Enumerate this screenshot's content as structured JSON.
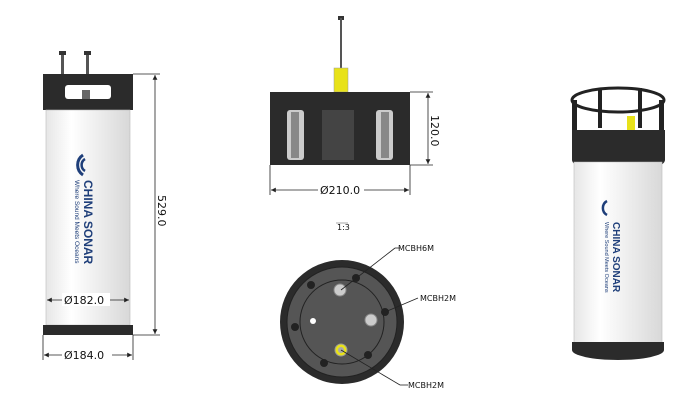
{
  "brand": {
    "name": "CHINA SONAR",
    "tagline": "Where Sound Meets Oceans"
  },
  "front_view": {
    "height_dim": "529.0",
    "body_dia_dim": "Ø182.0",
    "cap_dia_dim": "Ø184.0"
  },
  "top_view": {
    "height_dim": "120.0",
    "dia_dim": "Ø210.0",
    "scale": "1:3"
  },
  "bottom_view": {
    "connectors": [
      "MCBH6M",
      "MCBH2M",
      "MCBH2M"
    ]
  },
  "colors": {
    "body": "#ffffff",
    "cap": "#2a2a2a",
    "accent": "#e8e21a",
    "brand": "#1f3f7a"
  }
}
